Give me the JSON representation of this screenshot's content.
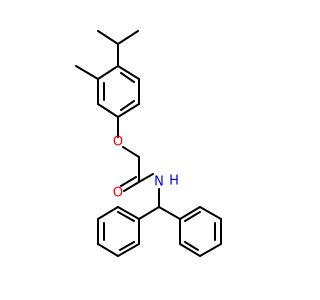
{
  "structure": {
    "atoms": {
      "oxygen_ether": "O",
      "oxygen_carbonyl": "O",
      "nitrogen": "N",
      "hydrogen": "H"
    },
    "colors": {
      "bond": "#000000",
      "oxygen": "#ff0000",
      "nitrogen": "#0000ff",
      "background": "#ffffff"
    }
  }
}
